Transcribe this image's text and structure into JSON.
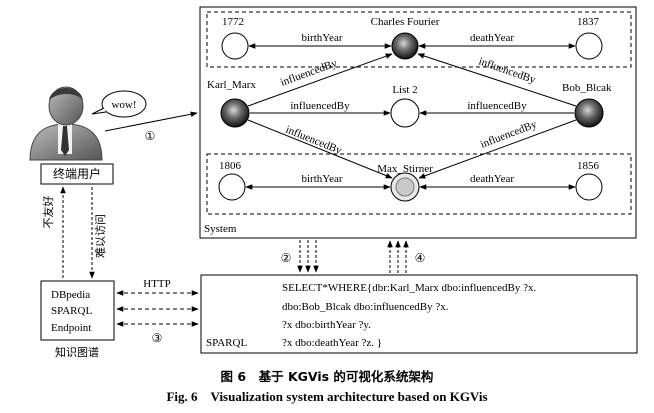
{
  "kg": {
    "top": {
      "left_year": "1772",
      "center_name": "Charles Fourier",
      "right_year": "1837",
      "left_edge": "birthYear",
      "right_edge": "deathYear"
    },
    "middle": {
      "left_name": "Karl_Marx",
      "center_name": "List 2",
      "right_name": "Bob_Blcak",
      "edge_center": "influencedBy",
      "edge_marx_fourier": "influencedBy",
      "edge_bob_fourier": "influencedBy",
      "edge_marx_stirner": "influencedBy",
      "edge_bob_stirner": "influencedBy"
    },
    "bottom": {
      "left_year": "1806",
      "center_name": "Max_Stirner",
      "right_year": "1856",
      "left_edge": "birthYear",
      "right_edge": "deathYear"
    },
    "system_label": "System"
  },
  "user": {
    "speech": "wow!",
    "label": "终端用户",
    "left_side_text": "不友好",
    "right_side_text": "难以访问"
  },
  "endpoint": {
    "line1": "DBpedia",
    "line2": "SPARQL",
    "line3": "Endpoint",
    "caption": "知识图谱"
  },
  "http_label": "HTTP",
  "steps": {
    "s1": "①",
    "s2": "②",
    "s3": "③",
    "s4": "④"
  },
  "query": {
    "lines": [
      "SELECT*WHERE{dbr:Karl_Marx dbo:influencedBy ?x.",
      "dbo:Bob_Blcak dbo:influencedBy ?x.",
      "?x dbo:birthYear ?y.",
      "?x dbo:deathYear ?z. }"
    ],
    "label": "SPARQL"
  },
  "caption": {
    "cn": "图 6　基于 KGVis 的可视化系统架构",
    "en": "Fig. 6　Visualization system architecture based on KGVis"
  }
}
